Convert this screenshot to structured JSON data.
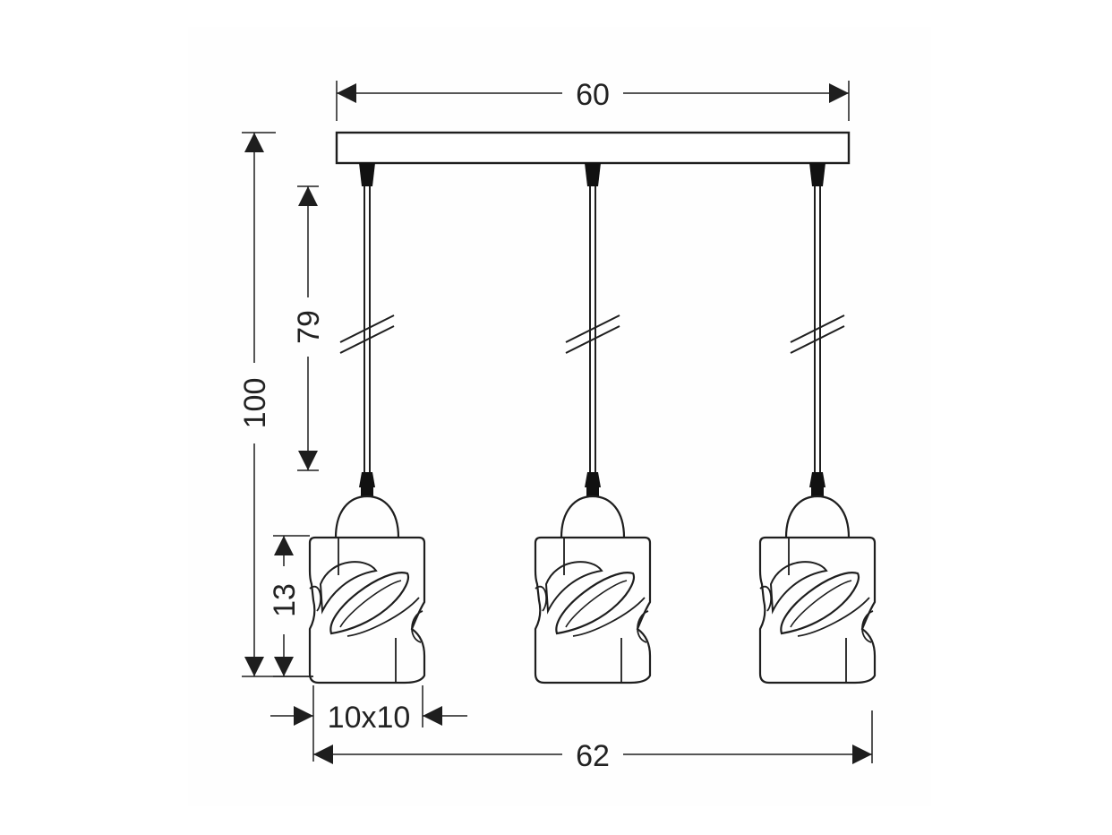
{
  "dimensions": {
    "canopy_width": "60",
    "cable_length": "79",
    "total_height": "100",
    "shade_height": "13",
    "shade_size": "10x10",
    "total_width": "62"
  },
  "lamp_count": 3,
  "colors": {
    "background": "#ffffff",
    "panel": "#fefefe",
    "line": "#1e1e1e",
    "text": "#222222",
    "fitting": "#111111"
  }
}
